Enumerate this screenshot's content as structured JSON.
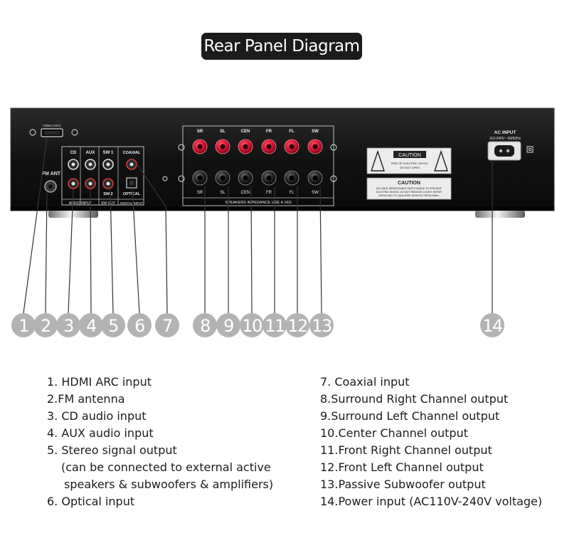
{
  "title": "Rear Panel Diagram",
  "panel": {
    "hdmi_label": "HDMI (ARC)",
    "fm_label": "FM ANT",
    "cd_label": "CD",
    "aux_label": "AUX",
    "sw1_label": "SW 1",
    "sw2_label": "SW 2",
    "coaxial_label": "COAXIAL",
    "optical_label": "OPTICAL",
    "audio_input_label": "AUDIO INPUT",
    "swout_label": "SW OUT",
    "digital_input_label": "DIGITAL INPUT",
    "speaker_top_labels": [
      "SR",
      "SL",
      "CEN",
      "FR",
      "FL",
      "SW"
    ],
    "speaker_bottom_labels": [
      "SR",
      "SL",
      "CEN",
      "FR",
      "FL",
      "SW"
    ],
    "speakers_impedance": "SPEAKERS IMPEDANCE USE 4-16Ω",
    "caution_title": "CAUTION",
    "caution_line1": "RISK OF ELECTRIC SHOCK",
    "caution_line2": "DO NOT OPEN",
    "caution2_title": "CAUTION",
    "caution2_text1": "NO USER-SERVICEABLE PARTS INSIDE.TO PREVENT",
    "caution2_text2": "ELECTRIC SHOCK, DO NOT REMOVE COVER. REFER",
    "caution2_text3": "SERVICING TO QUALIFIED SERVICE PERSONNEL",
    "ac_input": "AC INPUT",
    "ac_rating": "110-240V~ 50/60Hz"
  },
  "callouts": [
    "1",
    "2",
    "3",
    "4",
    "5",
    "6",
    "7",
    "8",
    "9",
    "10",
    "11",
    "12",
    "13",
    "14"
  ],
  "legend_left": [
    "1. HDMI ARC input",
    "2.FM antenna",
    "3. CD audio input",
    "4. AUX audio input",
    "5. Stereo signal output",
    "(can be connected to external active",
    "speakers & subwoofers & amplifiers)",
    "6. Optical input"
  ],
  "legend_right": [
    "7. Coaxial input",
    "8.Surround Right Channel output",
    "9.Surround Left Channel output",
    "10.Center Channel output",
    "11.Front Right Channel output",
    "12.Front Left Channel output",
    "13.Passive Subwoofer output",
    "14.Power input (AC110V-240V voltage)"
  ],
  "colors": {
    "badge": "#1b1b1b",
    "chassis": "#141414",
    "callout": "#b3b3b3",
    "red_post": "#c8102e",
    "leader": "#333333"
  }
}
